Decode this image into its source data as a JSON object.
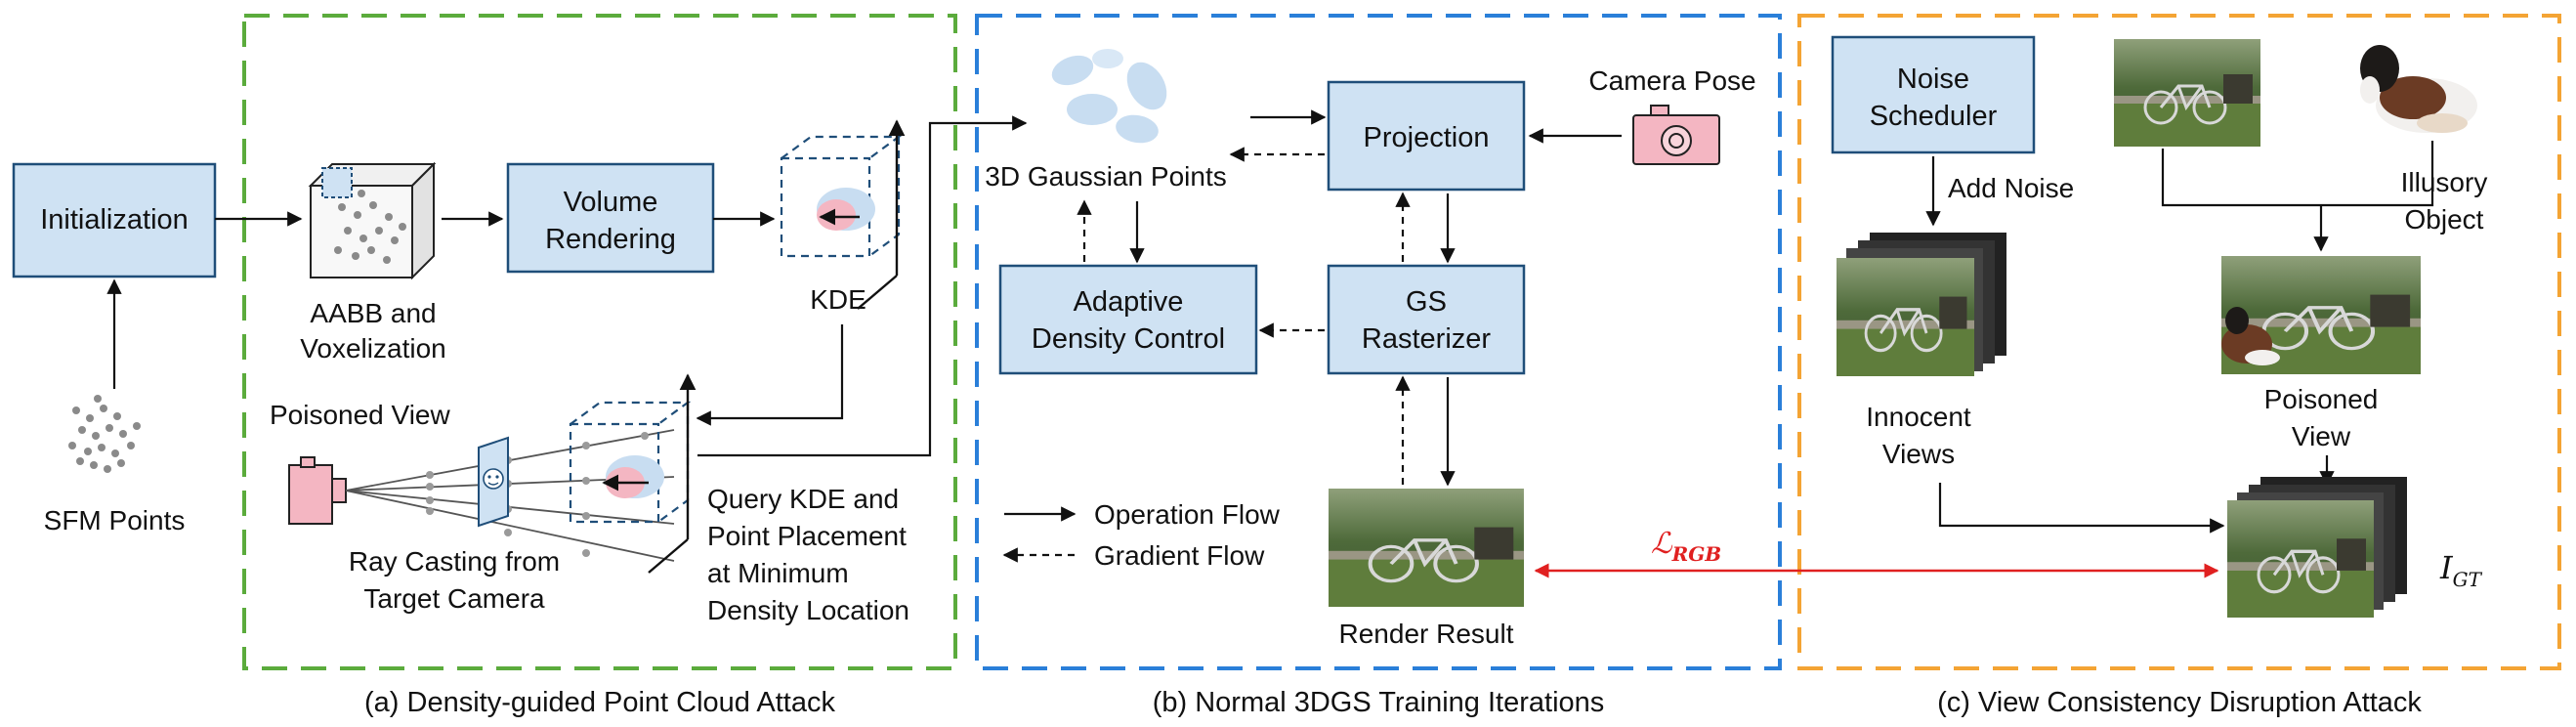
{
  "sections": {
    "a": {
      "caption": "(a) Density-guided Point Cloud Attack",
      "color": "#5bab3c"
    },
    "b": {
      "caption": "(b) Normal 3DGS Training Iterations",
      "color": "#2a7fd9"
    },
    "c": {
      "caption": "(c) View Consistency Disruption Attack",
      "color": "#f4a434"
    }
  },
  "nodes": {
    "initialization": "Initialization",
    "volume_rendering": [
      "Volume",
      "Rendering"
    ],
    "projection": "Projection",
    "adaptive_density": [
      "Adaptive",
      "Density Control"
    ],
    "gs_rasterizer": [
      "GS",
      "Rasterizer"
    ],
    "noise_scheduler": [
      "Noise",
      "Scheduler"
    ]
  },
  "labels": {
    "sfm_points": "SFM Points",
    "aabb": [
      "AABB and",
      "Voxelization"
    ],
    "kde": "KDE",
    "poisoned_view_a": "Poisoned View",
    "ray_casting": [
      "Ray Casting from",
      "Target Camera"
    ],
    "query_kde": [
      "Query KDE and",
      "Point Placement",
      "at Minimum",
      "Density Location"
    ],
    "gaussian_points": "3D Gaussian Points",
    "camera_pose": "Camera Pose",
    "render_result": "Render Result",
    "add_noise": "Add Noise",
    "illusory_object": [
      "Illusory",
      "Object"
    ],
    "innocent_views": [
      "Innocent",
      "Views"
    ],
    "poisoned_view_c": [
      "Poisoned",
      "View"
    ],
    "loss": "ℒ",
    "loss_sub": "RGB",
    "igt": "I",
    "igt_sub": "GT"
  },
  "legend": {
    "operation": "Operation Flow",
    "gradient": "Gradient Flow"
  },
  "colors": {
    "box_fill": "#cfe2f3",
    "box_stroke": "#1f4e79",
    "loss_arrow": "#e02020",
    "gaussian": "#bcd6ee",
    "pink": "#f4b6c2"
  }
}
